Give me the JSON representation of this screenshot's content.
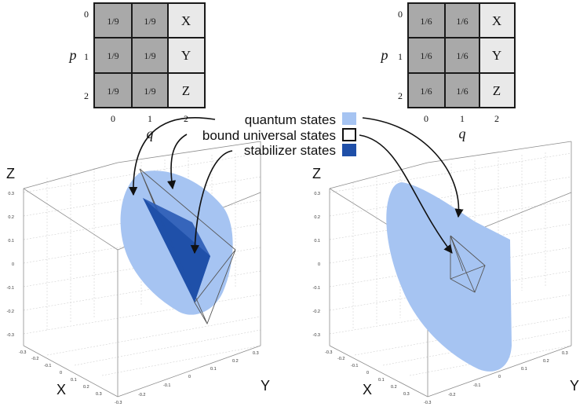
{
  "tables": [
    {
      "rows": [
        [
          "1/9",
          "1/9",
          "X"
        ],
        [
          "1/9",
          "1/9",
          "Y"
        ],
        [
          "1/9",
          "1/9",
          "Z"
        ]
      ],
      "row_axis": "p",
      "col_axis": "q",
      "row_indices": [
        "0",
        "1",
        "2"
      ],
      "col_indices": [
        "0",
        "1",
        "2"
      ]
    },
    {
      "rows": [
        [
          "1/6",
          "1/6",
          "X"
        ],
        [
          "1/6",
          "1/6",
          "Y"
        ],
        [
          "1/6",
          "1/6",
          "Z"
        ]
      ],
      "row_axis": "p",
      "col_axis": "q",
      "row_indices": [
        "0",
        "1",
        "2"
      ],
      "col_indices": [
        "0",
        "1",
        "2"
      ]
    }
  ],
  "legend": [
    {
      "label": "quantum states",
      "swatch": "#a6c4f2"
    },
    {
      "label": "bound universal states",
      "swatch": "#ffffff"
    },
    {
      "label": "stabilizer states",
      "swatch": "#1f4fa8"
    }
  ],
  "plots": [
    {
      "axes": {
        "x": "X",
        "y": "Y",
        "z": "Z"
      },
      "z_ticks": [
        "0.3",
        "0.2",
        "0.1",
        "0",
        "-0.1",
        "-0.2",
        "-0.3"
      ],
      "x_ticks": [
        "-0.3",
        "-0.2",
        "-0.1",
        "0",
        "0.1",
        "0.2",
        "0.3"
      ],
      "y_ticks": [
        "-0.3",
        "-0.2",
        "-0.1",
        "0",
        "0.1",
        "0.2",
        "0.3"
      ]
    },
    {
      "axes": {
        "x": "X",
        "y": "Y",
        "z": "Z"
      },
      "z_ticks": [
        "0.3",
        "0.2",
        "0.1",
        "0",
        "-0.1",
        "-0.2",
        "-0.3"
      ],
      "x_ticks": [
        "-0.3",
        "-0.2",
        "-0.1",
        "0",
        "0.1",
        "0.2",
        "0.3"
      ],
      "y_ticks": [
        "-0.3",
        "-0.2",
        "-0.1",
        "0",
        "0.1",
        "0.2",
        "0.3"
      ]
    }
  ],
  "colors": {
    "quantum": "#a6c4f2",
    "stabilizer": "#1f4fa8",
    "cell_dark": "#a9a9a9",
    "cell_light": "#e9e9e9"
  }
}
